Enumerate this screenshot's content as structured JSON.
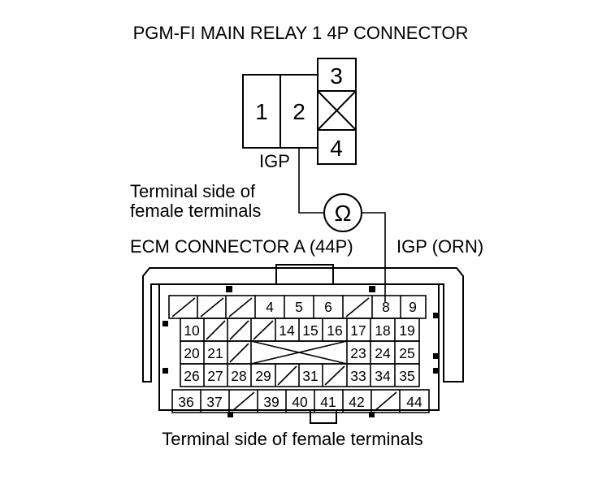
{
  "title": "PGM-FI MAIN RELAY 1 4P CONNECTOR",
  "relay": {
    "terminals": [
      "1",
      "2",
      "3",
      "4"
    ],
    "wire_label": "IGP"
  },
  "terminal_side_label_upper_line1": "Terminal side of",
  "terminal_side_label_upper_line2": "female terminals",
  "ohmmeter_symbol": "Ω",
  "ecm_label": "ECM CONNECTOR A (44P)",
  "ecm_wire_label": "IGP (ORN)",
  "ecm_pins": {
    "row1": [
      "4",
      "5",
      "6",
      "8",
      "9"
    ],
    "row2": [
      "10",
      "14",
      "15",
      "16",
      "17",
      "18",
      "19"
    ],
    "row3": [
      "20",
      "21",
      "23",
      "24",
      "25"
    ],
    "row4": [
      "26",
      "27",
      "28",
      "29",
      "31",
      "33",
      "34",
      "35"
    ],
    "row5": [
      "36",
      "37",
      "39",
      "40",
      "41",
      "42",
      "44"
    ]
  },
  "bottom_caption": "Terminal side of female terminals"
}
